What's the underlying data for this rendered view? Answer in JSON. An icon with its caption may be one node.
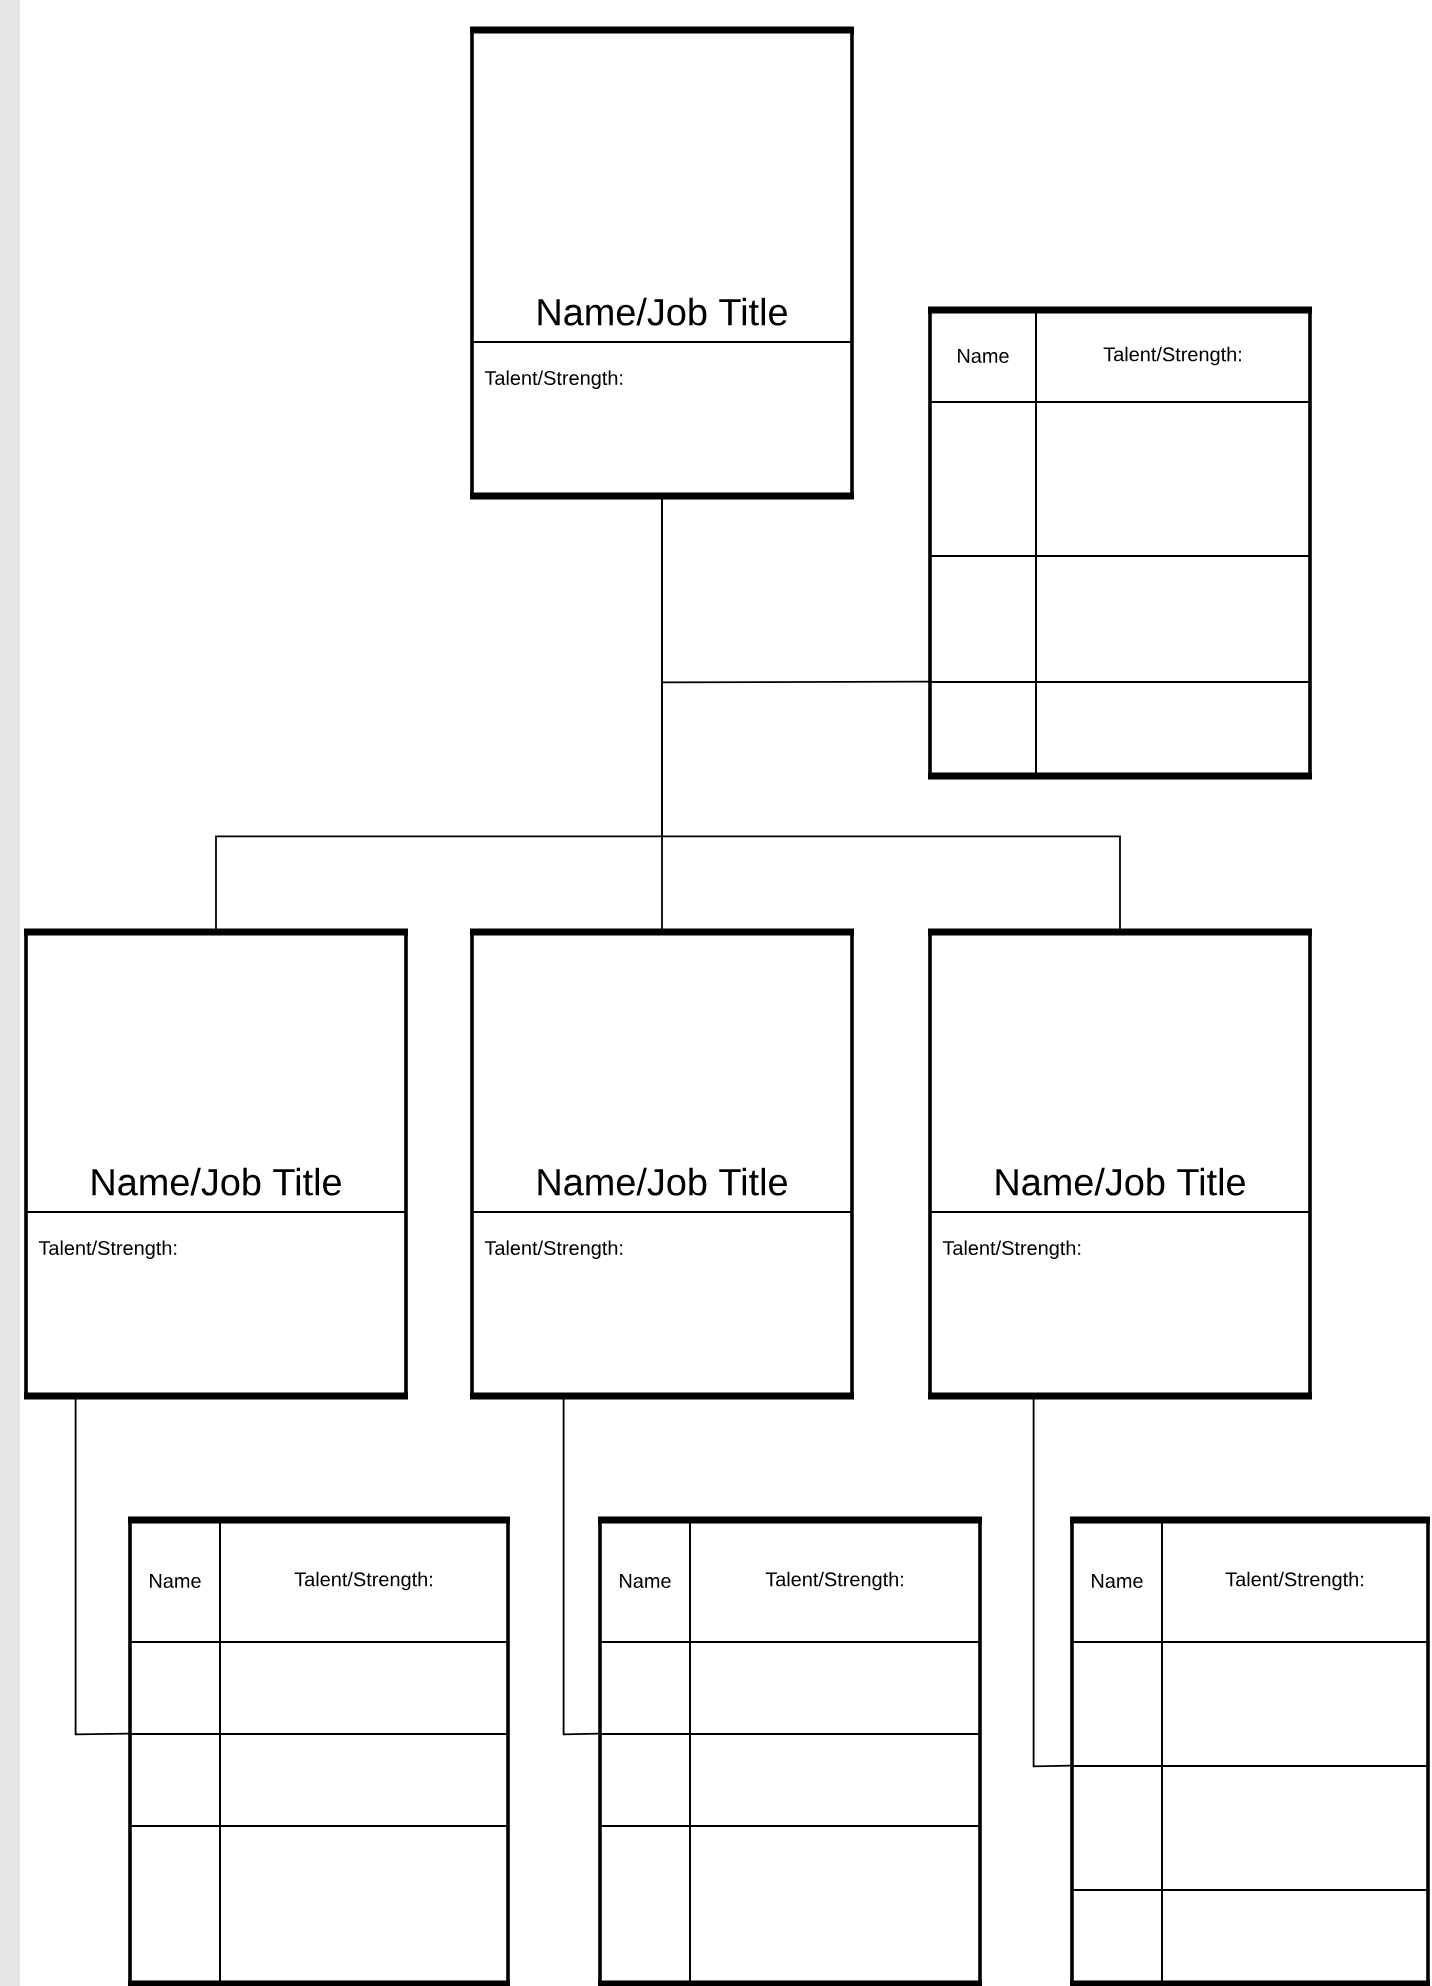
{
  "diagram": {
    "nodes": [
      {
        "text": [
          "Name/Job Title",
          "Talent/Strength:"
        ]
      },
      {
        "text": [
          "Name",
          "Talent/Strength:"
        ]
      },
      {
        "text": [
          "Name/Job Title",
          "Talent/Strength:"
        ]
      },
      {
        "text": [
          "Name/Job Title",
          "Talent/Strength:"
        ]
      },
      {
        "text": [
          "Name/Job Title",
          "Talent/Strength:"
        ]
      },
      {
        "text": [
          "Name",
          "Talent/Strength:"
        ]
      },
      {
        "text": [
          "Name",
          "Talent/Strength:"
        ]
      },
      {
        "text": [
          "Name",
          "Talent/Strength:"
        ]
      }
    ],
    "edges": [
      {
        "from": 0,
        "to": 1,
        "arrow": "none"
      },
      {
        "from": 0,
        "to": 2,
        "arrow": "none"
      },
      {
        "from": 0,
        "to": 3,
        "arrow": "none"
      },
      {
        "from": 0,
        "to": 4,
        "arrow": "none"
      },
      {
        "from": 2,
        "to": 5,
        "arrow": "none"
      },
      {
        "from": 3,
        "to": 6,
        "arrow": "none"
      },
      {
        "from": 4,
        "to": 7,
        "arrow": "none"
      }
    ]
  }
}
